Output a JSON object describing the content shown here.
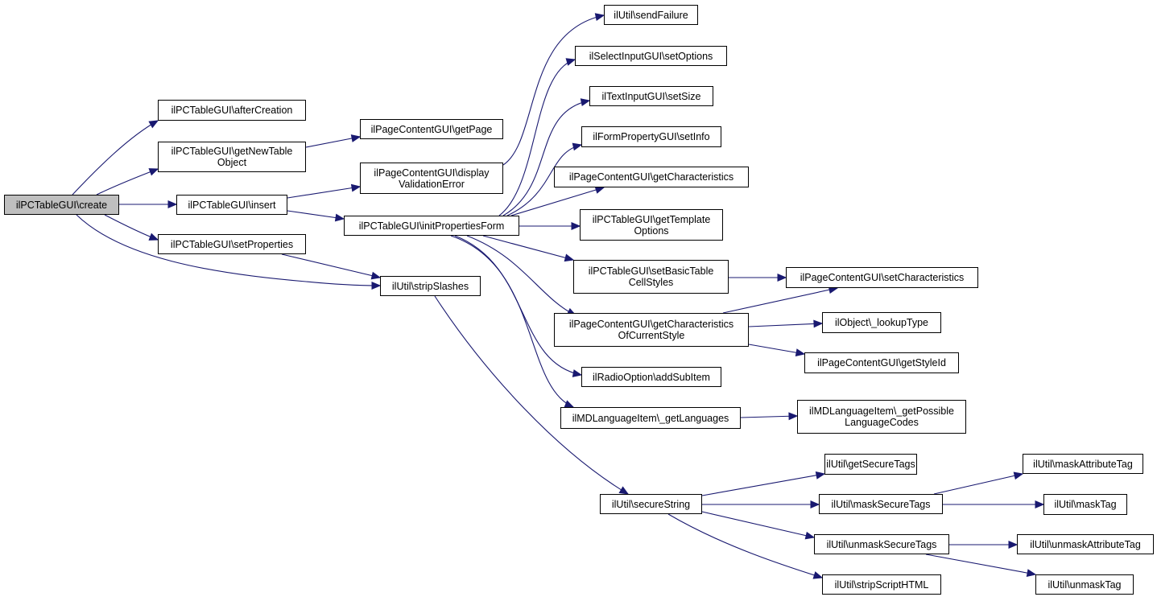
{
  "nodes": [
    {
      "id": "create",
      "label": "ilPCTableGUI\\create",
      "root": true
    },
    {
      "id": "afterCreation",
      "label": "ilPCTableGUI\\afterCreation"
    },
    {
      "id": "getNewTableObject",
      "label": "ilPCTableGUI\\getNewTable\nObject"
    },
    {
      "id": "insert",
      "label": "ilPCTableGUI\\insert"
    },
    {
      "id": "setProperties",
      "label": "ilPCTableGUI\\setProperties"
    },
    {
      "id": "stripSlashes",
      "label": "ilUtil\\stripSlashes"
    },
    {
      "id": "getPage",
      "label": "ilPageContentGUI\\getPage"
    },
    {
      "id": "displayValidationError",
      "label": "ilPageContentGUI\\display\nValidationError"
    },
    {
      "id": "initPropertiesForm",
      "label": "ilPCTableGUI\\initPropertiesForm"
    },
    {
      "id": "sendFailure",
      "label": "ilUtil\\sendFailure"
    },
    {
      "id": "setOptions",
      "label": "ilSelectInputGUI\\setOptions"
    },
    {
      "id": "setSize",
      "label": "ilTextInputGUI\\setSize"
    },
    {
      "id": "setInfo",
      "label": "ilFormPropertyGUI\\setInfo"
    },
    {
      "id": "getCharacteristics",
      "label": "ilPageContentGUI\\getCharacteristics"
    },
    {
      "id": "getTemplateOptions",
      "label": "ilPCTableGUI\\getTemplate\nOptions"
    },
    {
      "id": "setBasicTableCellStyles",
      "label": "ilPCTableGUI\\setBasicTable\nCellStyles"
    },
    {
      "id": "getCharacteristicsOfCurrentStyle",
      "label": "ilPageContentGUI\\getCharacteristics\nOfCurrentStyle"
    },
    {
      "id": "addSubItem",
      "label": "ilRadioOption\\addSubItem"
    },
    {
      "id": "getLanguages",
      "label": "ilMDLanguageItem\\_getLanguages"
    },
    {
      "id": "setCharacteristics",
      "label": "ilPageContentGUI\\setCharacteristics"
    },
    {
      "id": "lookupType",
      "label": "ilObject\\_lookupType"
    },
    {
      "id": "getStyleId",
      "label": "ilPageContentGUI\\getStyleId"
    },
    {
      "id": "getPossibleLanguageCodes",
      "label": "ilMDLanguageItem\\_getPossible\nLanguageCodes"
    },
    {
      "id": "secureString",
      "label": "ilUtil\\secureString"
    },
    {
      "id": "getSecureTags",
      "label": "ilUtil\\getSecureTags"
    },
    {
      "id": "maskSecureTags",
      "label": "ilUtil\\maskSecureTags"
    },
    {
      "id": "unmaskSecureTags",
      "label": "ilUtil\\unmaskSecureTags"
    },
    {
      "id": "stripScriptHTML",
      "label": "ilUtil\\stripScriptHTML"
    },
    {
      "id": "maskAttributeTag",
      "label": "ilUtil\\maskAttributeTag"
    },
    {
      "id": "maskTag",
      "label": "ilUtil\\maskTag"
    },
    {
      "id": "unmaskAttributeTag",
      "label": "ilUtil\\unmaskAttributeTag"
    },
    {
      "id": "unmaskTag",
      "label": "ilUtil\\unmaskTag"
    }
  ],
  "edges": [
    {
      "from": "create",
      "to": "afterCreation"
    },
    {
      "from": "create",
      "to": "getNewTableObject"
    },
    {
      "from": "create",
      "to": "insert"
    },
    {
      "from": "create",
      "to": "setProperties"
    },
    {
      "from": "create",
      "to": "stripSlashes"
    },
    {
      "from": "getNewTableObject",
      "to": "getPage"
    },
    {
      "from": "insert",
      "to": "displayValidationError"
    },
    {
      "from": "insert",
      "to": "initPropertiesForm"
    },
    {
      "from": "setProperties",
      "to": "stripSlashes"
    },
    {
      "from": "stripSlashes",
      "to": "secureString"
    },
    {
      "from": "displayValidationError",
      "to": "sendFailure"
    },
    {
      "from": "initPropertiesForm",
      "to": "setOptions"
    },
    {
      "from": "initPropertiesForm",
      "to": "setSize"
    },
    {
      "from": "initPropertiesForm",
      "to": "setInfo"
    },
    {
      "from": "initPropertiesForm",
      "to": "getCharacteristics"
    },
    {
      "from": "initPropertiesForm",
      "to": "getTemplateOptions"
    },
    {
      "from": "initPropertiesForm",
      "to": "setBasicTableCellStyles"
    },
    {
      "from": "initPropertiesForm",
      "to": "getCharacteristicsOfCurrentStyle"
    },
    {
      "from": "initPropertiesForm",
      "to": "addSubItem"
    },
    {
      "from": "initPropertiesForm",
      "to": "getLanguages"
    },
    {
      "from": "setBasicTableCellStyles",
      "to": "setCharacteristics"
    },
    {
      "from": "getCharacteristicsOfCurrentStyle",
      "to": "setCharacteristics"
    },
    {
      "from": "getCharacteristicsOfCurrentStyle",
      "to": "lookupType"
    },
    {
      "from": "getCharacteristicsOfCurrentStyle",
      "to": "getStyleId"
    },
    {
      "from": "getLanguages",
      "to": "getPossibleLanguageCodes"
    },
    {
      "from": "secureString",
      "to": "getSecureTags"
    },
    {
      "from": "secureString",
      "to": "maskSecureTags"
    },
    {
      "from": "secureString",
      "to": "unmaskSecureTags"
    },
    {
      "from": "secureString",
      "to": "stripScriptHTML"
    },
    {
      "from": "maskSecureTags",
      "to": "maskAttributeTag"
    },
    {
      "from": "maskSecureTags",
      "to": "maskTag"
    },
    {
      "from": "unmaskSecureTags",
      "to": "unmaskAttributeTag"
    },
    {
      "from": "unmaskSecureTags",
      "to": "unmaskTag"
    }
  ],
  "colors": {
    "edge": "#191970",
    "node_border": "#000000",
    "root_fill": "#bfbfbf",
    "node_fill": "#ffffff"
  }
}
